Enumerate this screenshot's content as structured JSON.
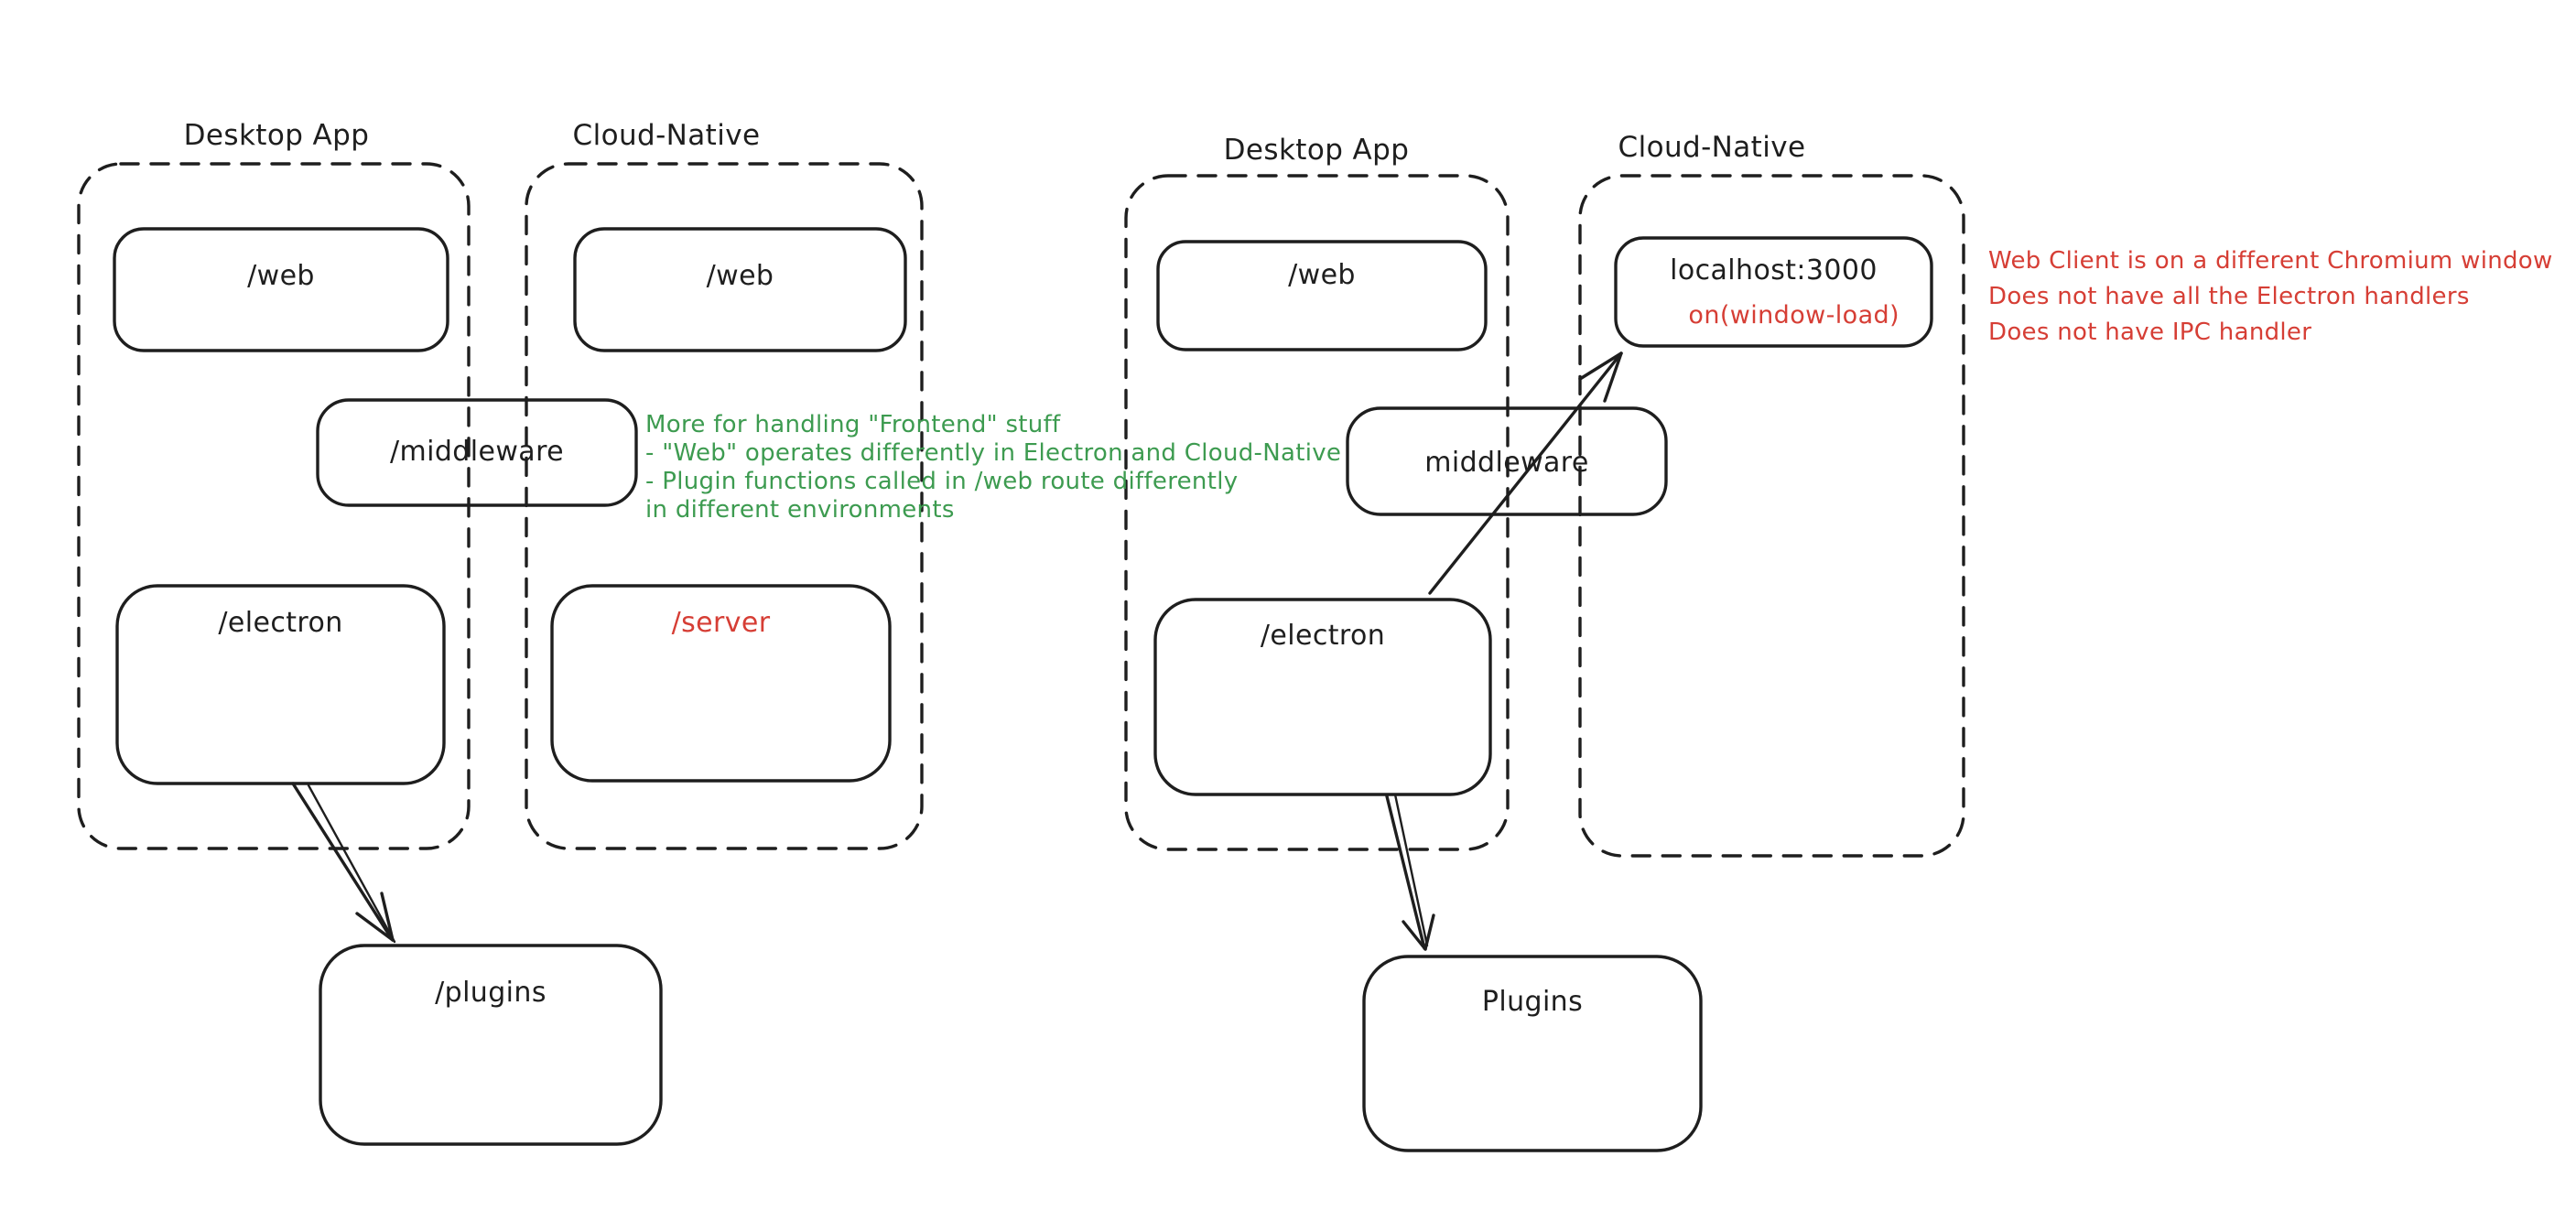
{
  "colors": {
    "ink": "#1e1e1e",
    "green": "#3d9b50",
    "red": "#d63e35",
    "background": "#ffffff"
  },
  "diagram_left": {
    "desktop_group_label": "Desktop App",
    "cloud_group_label": "Cloud-Native",
    "web_desktop_box": "/web",
    "web_cloud_box": "/web",
    "middleware_box": "/middleware",
    "electron_box": "/electron",
    "server_box": "/server",
    "plugins_box": "/plugins",
    "green_note": {
      "lines": [
        "More for handling \"Frontend\" stuff",
        "- \"Web\" operates differently in Electron and Cloud-Native",
        "- Plugin functions called in /web route differently",
        "in different environments"
      ]
    }
  },
  "diagram_right": {
    "desktop_group_label": "Desktop App",
    "cloud_group_label": "Cloud-Native",
    "web_box": "/web",
    "localhost_box": "localhost:3000",
    "localhost_event": "on(window-load)",
    "middleware_box": "middleware",
    "electron_box": "/electron",
    "plugins_box": "Plugins",
    "red_note": {
      "lines": [
        "Web Client is on a different Chromium window",
        "Does not have all the Electron handlers",
        "Does not have IPC handler"
      ]
    }
  }
}
